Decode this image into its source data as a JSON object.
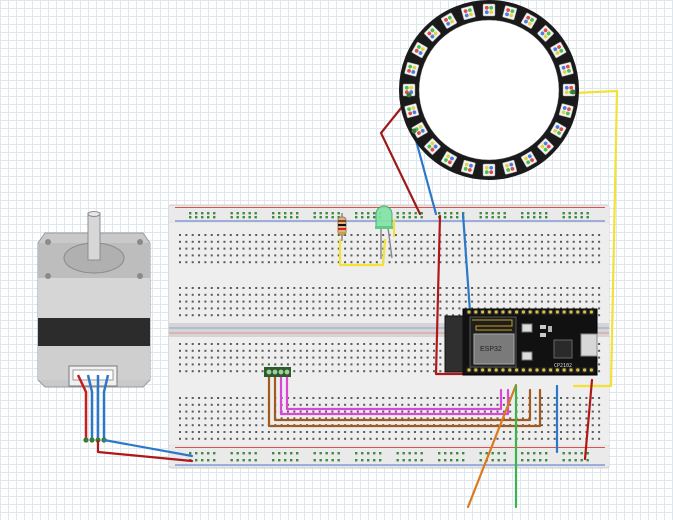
{
  "diagram": {
    "components": [
      {
        "id": "stepper-motor",
        "kind": "NEMA 17 stepper motor"
      },
      {
        "id": "breadboard",
        "kind": "full-size breadboard"
      },
      {
        "id": "esp32",
        "kind": "ESP32 DevKit board"
      },
      {
        "id": "neopixel-ring",
        "kind": "RGB LED ring",
        "led_count": 24
      },
      {
        "id": "green-led",
        "kind": "LED",
        "color": "green"
      },
      {
        "id": "resistor",
        "kind": "resistor"
      },
      {
        "id": "stepper-driver-header",
        "kind": "4-pin header"
      }
    ],
    "wire_colors": {
      "red": "#b01818",
      "blue": "#2b78c8",
      "yellow": "#f2e233",
      "green": "#3ab54a",
      "orange": "#d87a1e",
      "brown": "#a35a1e",
      "magenta": "#d748d7",
      "dark_red": "#9b1a1a"
    },
    "ring_led_colors": [
      "#e34a4a",
      "#4ac24a",
      "#4a7de3",
      "#e3d24a"
    ],
    "breadboard_colors": {
      "body": "#e4e4e4",
      "rail_red": "#e05050",
      "rail_blue": "#4f6fd0",
      "hole": "#5a5a5a"
    },
    "esp32_text": {
      "logo": "ESP32",
      "chip": "CP2102"
    }
  }
}
